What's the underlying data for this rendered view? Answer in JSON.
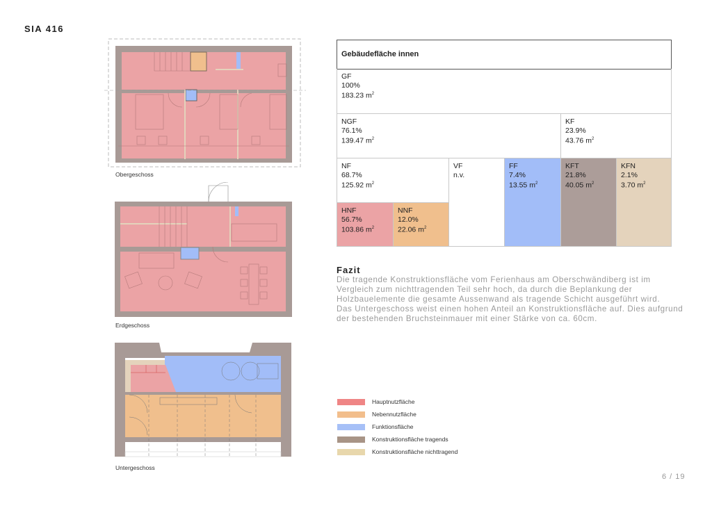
{
  "page": {
    "title": "SIA 416",
    "page_number": "6 / 19"
  },
  "plans": [
    {
      "label": "Obergeschoss"
    },
    {
      "label": "Erdgeschoss"
    },
    {
      "label": "Untergeschoss"
    }
  ],
  "colors": {
    "HNF": "#eba3a5",
    "NNF": "#f0bf8d",
    "FF": "#a2bdf8",
    "KFT": "#ac9d99",
    "KFN": "#e4d3bc",
    "wall": "#a89a96"
  },
  "table": {
    "header": "Gebäudefläche innen",
    "unit": "m",
    "unit_exp": "2",
    "cells": {
      "GF": {
        "name": "GF",
        "pct": "100%",
        "area": "183.23"
      },
      "NGF": {
        "name": "NGF",
        "pct": "76.1%",
        "area": "139.47"
      },
      "KF": {
        "name": "KF",
        "pct": "23.9%",
        "area": "43.76"
      },
      "NF": {
        "name": "NF",
        "pct": "68.7%",
        "area": "125.92"
      },
      "VF": {
        "name": "VF",
        "pct": "n.v."
      },
      "FF": {
        "name": "FF",
        "pct": "7.4%",
        "area": "13.55"
      },
      "KFT": {
        "name": "KFT",
        "pct": "21.8%",
        "area": "40.05"
      },
      "KFN": {
        "name": "KFN",
        "pct": "2.1%",
        "area": "3.70"
      },
      "HNF": {
        "name": "HNF",
        "pct": "56.7%",
        "area": "103.86"
      },
      "NNF": {
        "name": "NNF",
        "pct": "12.0%",
        "area": "22.06"
      }
    }
  },
  "fazit": {
    "title": "Fazit",
    "paragraphs": [
      "Die tragende Konstruktionsfläche vom Ferienhaus am Oberschwändiberg ist im Vergleich zum nichttragenden Teil sehr hoch, da durch die Beplankung der Holzbauelemente die gesamte Aussenwand als tragende Schicht ausgeführt wird.",
      "Das Untergeschoss weist einen hohen Anteil an Konstruktionsfläche auf. Dies aufgrund der bestehenden Bruchsteinmauer mit einer Stärke von ca. 60cm."
    ]
  },
  "legend": [
    {
      "label": "Hauptnutzfläche",
      "color": "#ef8585"
    },
    {
      "label": "Nebennutzfläche",
      "color": "#f2be8c"
    },
    {
      "label": "Funktionsfläche",
      "color": "#a6c0f7"
    },
    {
      "label": "Konstruktionsfläche tragends",
      "color": "#a89486"
    },
    {
      "label": "Konstruktionsfläche nichttragend",
      "color": "#e8d7ac"
    }
  ]
}
